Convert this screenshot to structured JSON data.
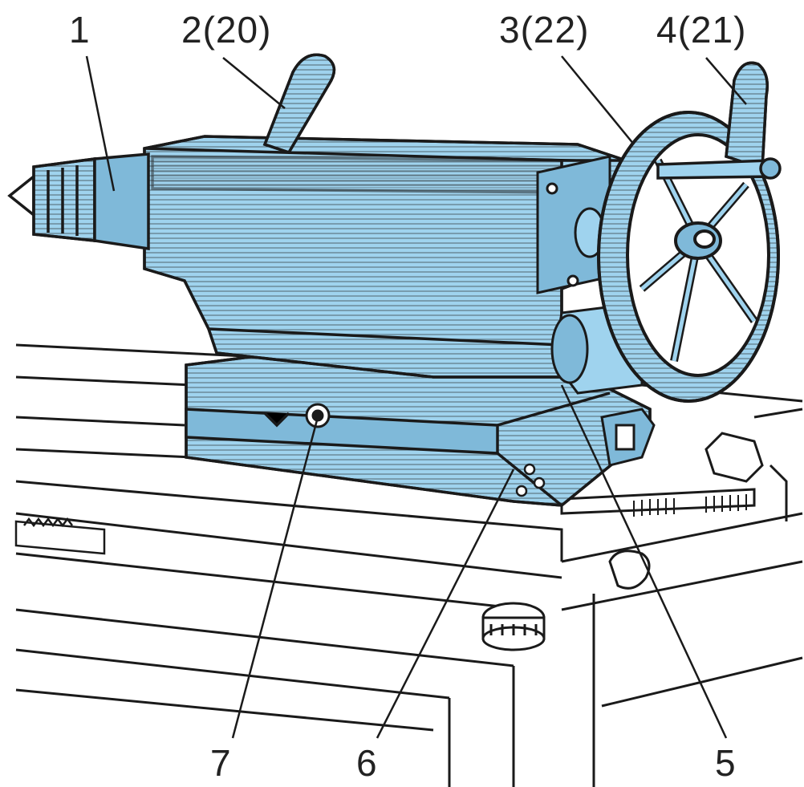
{
  "colors": {
    "body_fill": "#9fd3ee",
    "body_shade": "#7fb9d9",
    "ink": "#1a1a1a",
    "paper": "#ffffff"
  },
  "callouts": [
    {
      "id": "1",
      "text": "1"
    },
    {
      "id": "2",
      "text": "2(20)"
    },
    {
      "id": "3",
      "text": "3(22)"
    },
    {
      "id": "4",
      "text": "4(21)"
    },
    {
      "id": "7",
      "text": "7"
    },
    {
      "id": "6",
      "text": "6"
    },
    {
      "id": "5",
      "text": "5"
    }
  ]
}
